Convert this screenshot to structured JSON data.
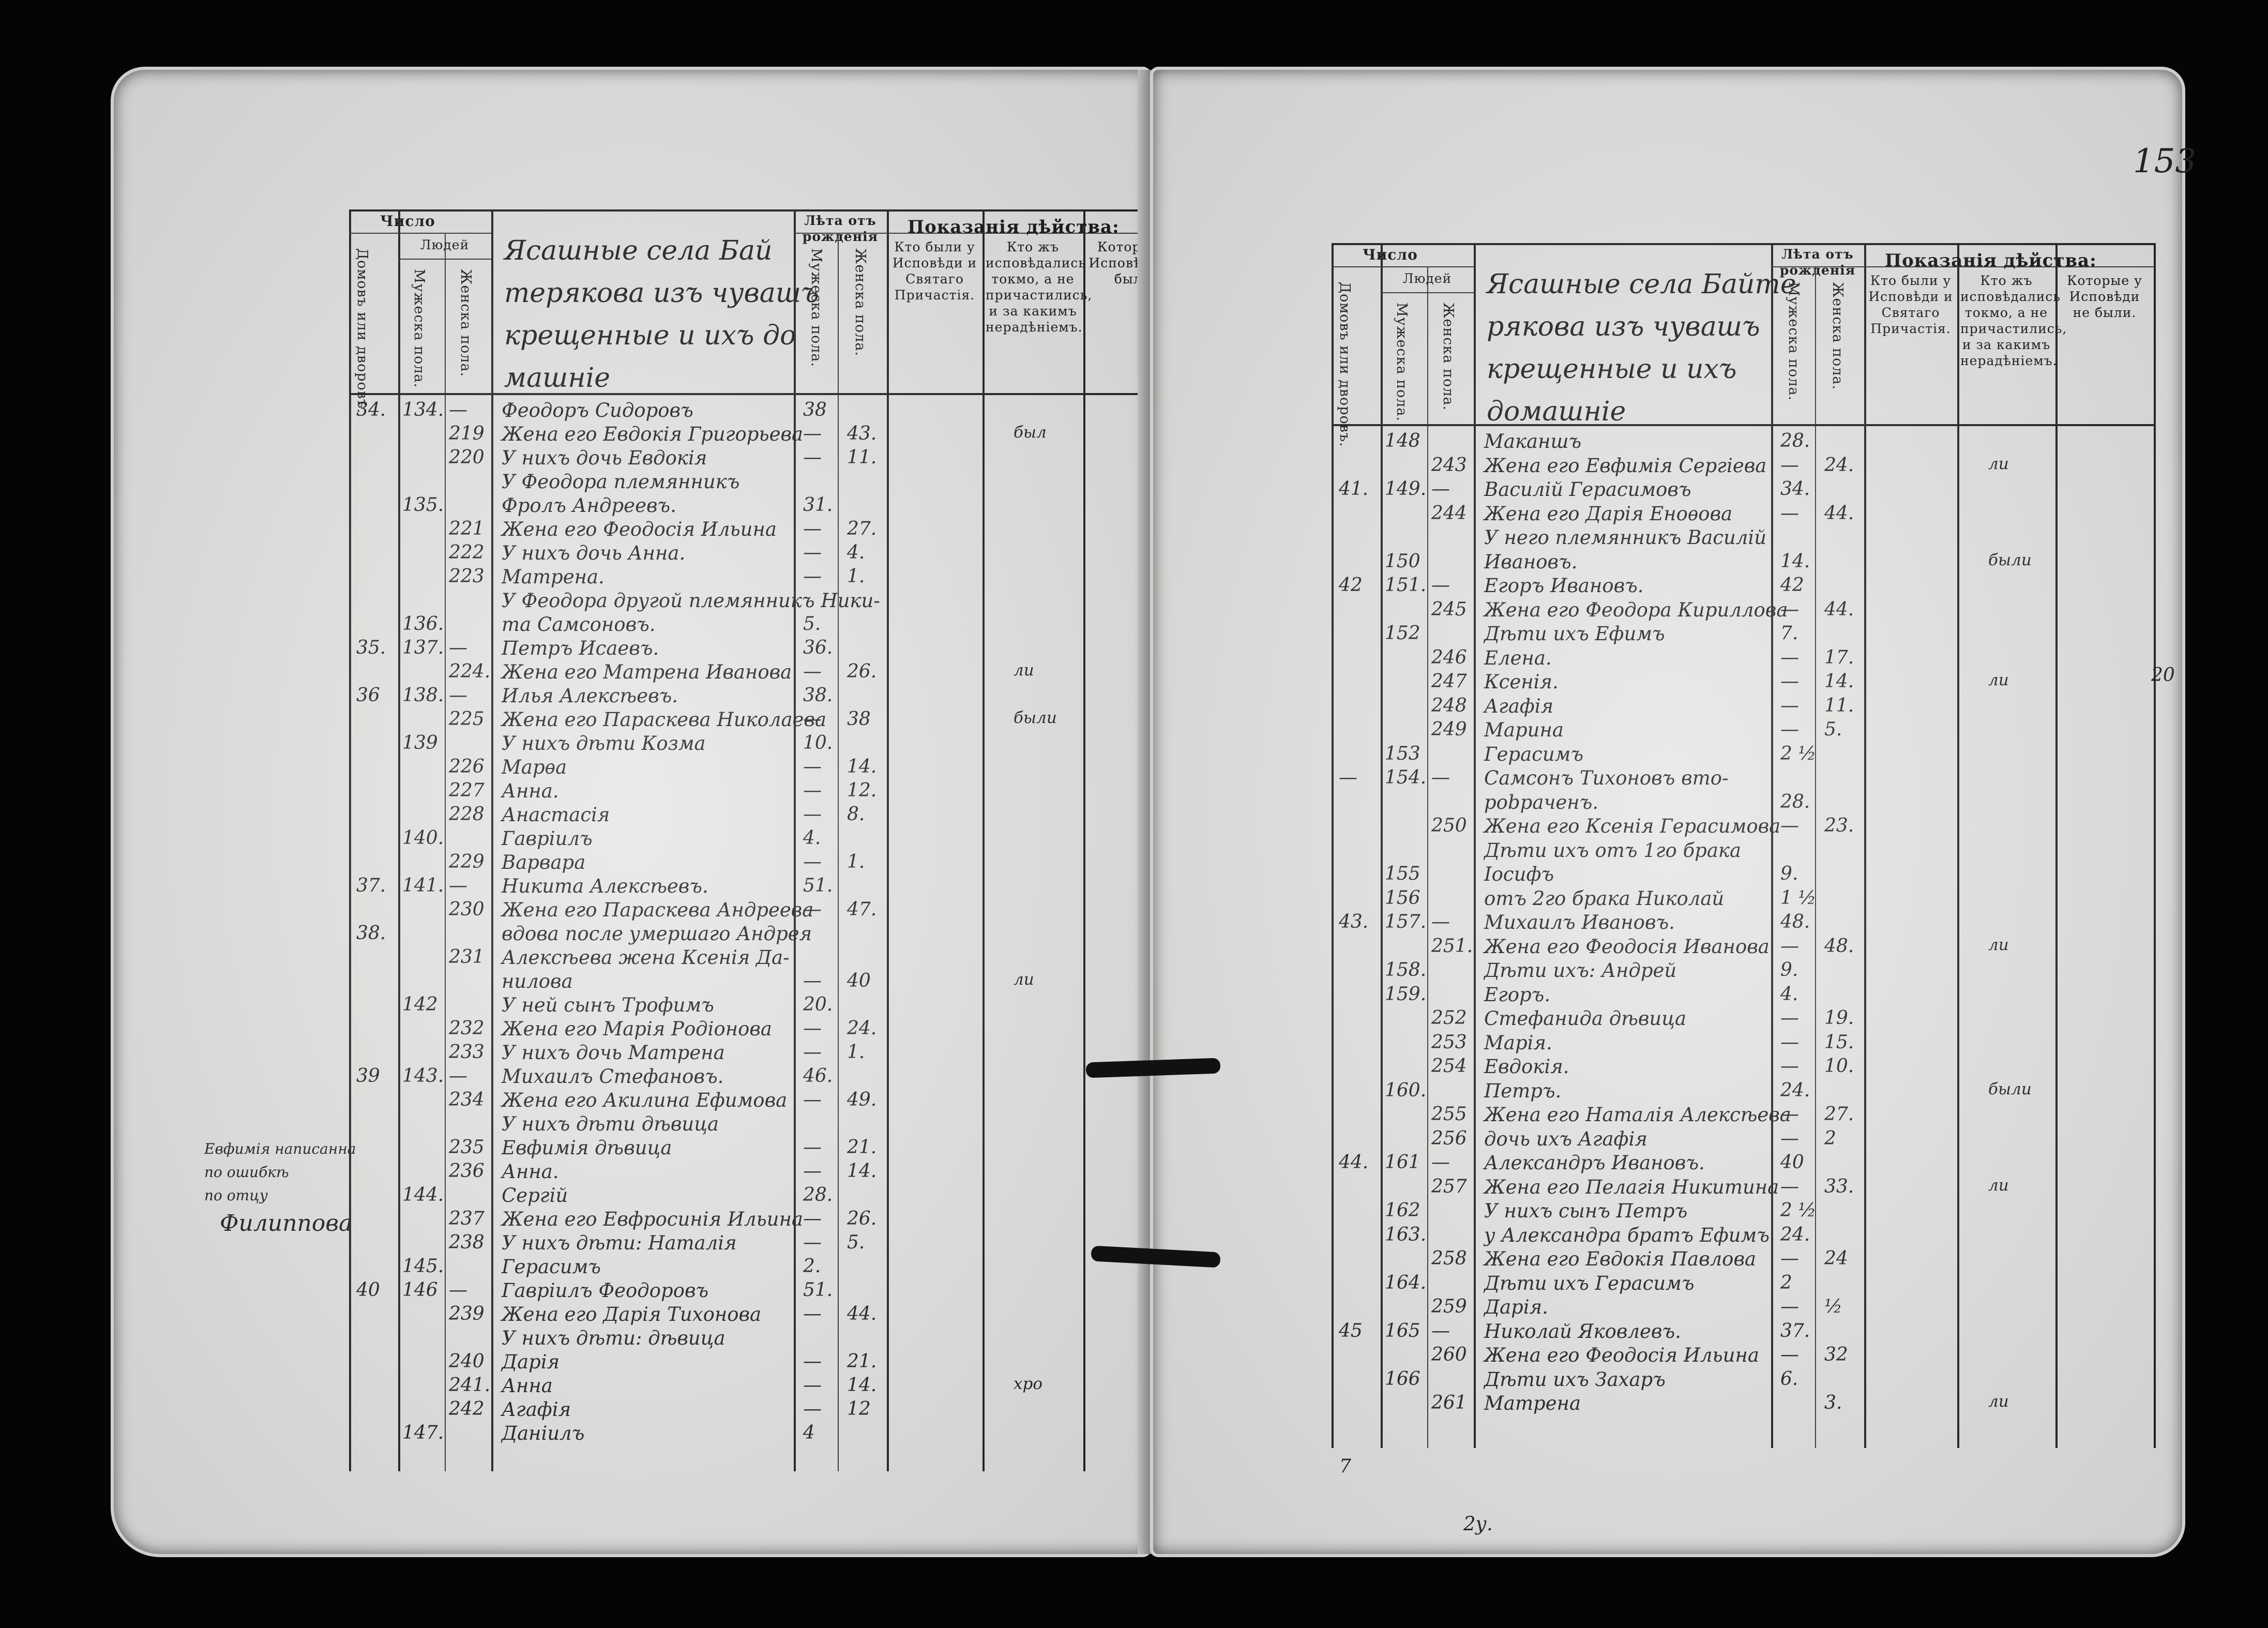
{
  "left_page": {
    "headers": {
      "chislo": "Число",
      "lyudey": "Людей",
      "domov": "Домовъ или дворовъ.",
      "muzh": "Мужеска пола.",
      "zhen": "Женска пола.",
      "leta": "Лѣта отъ рожденія",
      "leta_m": "Мужеска пола.",
      "leta_z": "Женска пола.",
      "pokazaniya": "Показанія дѣйства:",
      "col1": "Кто были у Исповѣди и Святаго Причастія.",
      "col2": "Кто жъ исповѣдались токмо, а не причастились, и за какимъ нерадѣніемъ.",
      "col3": "Которые у Исповѣди не были."
    },
    "title_lines": [
      "Ясашные села Бай",
      "терякова изъ чувашъ",
      "крещенные и ихъ до",
      "машніе"
    ],
    "margin_note": [
      "Евфимiя написанна",
      "по ошибкѣ",
      "по отцу",
      "Филиппова"
    ],
    "entries": [
      {
        "house": "34.",
        "m_no": "134.",
        "f_no": "—",
        "name": "Феодоръ Сидоровъ",
        "age_m": "38",
        "age_f": "",
        "mark": ""
      },
      {
        "house": "",
        "m_no": "",
        "f_no": "219",
        "name": "Жена его Евдокія Григорьева",
        "age_m": "—",
        "age_f": "43.",
        "mark": "был"
      },
      {
        "house": "",
        "m_no": "",
        "f_no": "220",
        "name": "У нихъ дочь Евдокія",
        "age_m": "—",
        "age_f": "11.",
        "mark": ""
      },
      {
        "house": "",
        "m_no": "",
        "f_no": "",
        "name": "У Феодора племянникъ",
        "age_m": "",
        "age_f": "",
        "mark": ""
      },
      {
        "house": "",
        "m_no": "135.",
        "f_no": "",
        "name": "Фролъ Андреевъ.",
        "age_m": "31.",
        "age_f": "",
        "mark": ""
      },
      {
        "house": "",
        "m_no": "",
        "f_no": "221",
        "name": "Жена его Феодосія Ильина",
        "age_m": "—",
        "age_f": "27.",
        "mark": ""
      },
      {
        "house": "",
        "m_no": "",
        "f_no": "222",
        "name": "У нихъ дочь Анна.",
        "age_m": "—",
        "age_f": "4.",
        "mark": ""
      },
      {
        "house": "",
        "m_no": "",
        "f_no": "223",
        "name": "Матрена.",
        "age_m": "—",
        "age_f": "1.",
        "mark": ""
      },
      {
        "house": "",
        "m_no": "",
        "f_no": "",
        "name": "У Феодора другой племянникъ Ники-",
        "age_m": "",
        "age_f": "",
        "mark": ""
      },
      {
        "house": "",
        "m_no": "136.",
        "f_no": "",
        "name": "та Самсоновъ.",
        "age_m": "5.",
        "age_f": "",
        "mark": ""
      },
      {
        "house": "35.",
        "m_no": "137.",
        "f_no": "—",
        "name": "Петръ Исаевъ.",
        "age_m": "36.",
        "age_f": "",
        "mark": ""
      },
      {
        "house": "",
        "m_no": "",
        "f_no": "224.",
        "name": "Жена его Матрена Иванова",
        "age_m": "—",
        "age_f": "26.",
        "mark": "ли"
      },
      {
        "house": "36",
        "m_no": "138.",
        "f_no": "—",
        "name": "Илья Алексѣевъ.",
        "age_m": "38.",
        "age_f": "",
        "mark": ""
      },
      {
        "house": "",
        "m_no": "",
        "f_no": "225",
        "name": "Жена его Параскева Николаева",
        "age_m": "—",
        "age_f": "38",
        "mark": "были"
      },
      {
        "house": "",
        "m_no": "139",
        "f_no": "",
        "name": "У нихъ дѣти Козма",
        "age_m": "10.",
        "age_f": "",
        "mark": ""
      },
      {
        "house": "",
        "m_no": "",
        "f_no": "226",
        "name": "Марѳа",
        "age_m": "—",
        "age_f": "14.",
        "mark": ""
      },
      {
        "house": "",
        "m_no": "",
        "f_no": "227",
        "name": "Анна.",
        "age_m": "—",
        "age_f": "12.",
        "mark": ""
      },
      {
        "house": "",
        "m_no": "",
        "f_no": "228",
        "name": "Анастасія",
        "age_m": "—",
        "age_f": "8.",
        "mark": ""
      },
      {
        "house": "",
        "m_no": "140.",
        "f_no": "",
        "name": "Гавріилъ",
        "age_m": "4.",
        "age_f": "",
        "mark": ""
      },
      {
        "house": "",
        "m_no": "",
        "f_no": "229",
        "name": "Варвара",
        "age_m": "—",
        "age_f": "1.",
        "mark": ""
      },
      {
        "house": "37.",
        "m_no": "141.",
        "f_no": "—",
        "name": "Никита Алексѣевъ.",
        "age_m": "51.",
        "age_f": "",
        "mark": ""
      },
      {
        "house": "",
        "m_no": "",
        "f_no": "230",
        "name": "Жена его Параскева Андреева",
        "age_m": "—",
        "age_f": "47.",
        "mark": ""
      },
      {
        "house": "38.",
        "m_no": "",
        "f_no": "",
        "name": "вдова после умершаго Андрея",
        "age_m": "",
        "age_f": "",
        "mark": ""
      },
      {
        "house": "",
        "m_no": "",
        "f_no": "231",
        "name": "Алексѣева жена Ксенія Да-",
        "age_m": "",
        "age_f": "",
        "mark": ""
      },
      {
        "house": "",
        "m_no": "",
        "f_no": "",
        "name": "нилова",
        "age_m": "—",
        "age_f": "40",
        "mark": "ли"
      },
      {
        "house": "",
        "m_no": "142",
        "f_no": "",
        "name": "У ней сынъ Трофимъ",
        "age_m": "20.",
        "age_f": "",
        "mark": ""
      },
      {
        "house": "",
        "m_no": "",
        "f_no": "232",
        "name": "Жена его Марія Родіонова",
        "age_m": "—",
        "age_f": "24.",
        "mark": ""
      },
      {
        "house": "",
        "m_no": "",
        "f_no": "233",
        "name": "У нихъ дочь Матрена",
        "age_m": "—",
        "age_f": "1.",
        "mark": ""
      },
      {
        "house": "39",
        "m_no": "143.",
        "f_no": "—",
        "name": "Михаилъ Стефановъ.",
        "age_m": "46.",
        "age_f": "",
        "mark": ""
      },
      {
        "house": "",
        "m_no": "",
        "f_no": "234",
        "name": "Жена его Акилина Ефимова",
        "age_m": "—",
        "age_f": "49.",
        "mark": ""
      },
      {
        "house": "",
        "m_no": "",
        "f_no": "",
        "name": "У нихъ дѣти дѣвица",
        "age_m": "",
        "age_f": "",
        "mark": ""
      },
      {
        "house": "",
        "m_no": "",
        "f_no": "235",
        "name": "Евфимія дѣвица",
        "age_m": "—",
        "age_f": "21.",
        "mark": ""
      },
      {
        "house": "",
        "m_no": "",
        "f_no": "236",
        "name": "Анна.",
        "age_m": "—",
        "age_f": "14.",
        "mark": ""
      },
      {
        "house": "",
        "m_no": "144.",
        "f_no": "",
        "name": "Сергій",
        "age_m": "28.",
        "age_f": "",
        "mark": ""
      },
      {
        "house": "",
        "m_no": "",
        "f_no": "237",
        "name": "Жена его Евфросинія Ильина",
        "age_m": "—",
        "age_f": "26.",
        "mark": ""
      },
      {
        "house": "",
        "m_no": "",
        "f_no": "238",
        "name": "У нихъ дѣти: Наталія",
        "age_m": "—",
        "age_f": "5.",
        "mark": ""
      },
      {
        "house": "",
        "m_no": "145.",
        "f_no": "",
        "name": "Герасимъ",
        "age_m": "2.",
        "age_f": "",
        "mark": ""
      },
      {
        "house": "40",
        "m_no": "146",
        "f_no": "—",
        "name": "Гавріилъ Феодоровъ",
        "age_m": "51.",
        "age_f": "",
        "mark": ""
      },
      {
        "house": "",
        "m_no": "",
        "f_no": "239",
        "name": "Жена его Дарія Тихонова",
        "age_m": "—",
        "age_f": "44.",
        "mark": ""
      },
      {
        "house": "",
        "m_no": "",
        "f_no": "",
        "name": "У нихъ дѣти: дѣвица",
        "age_m": "",
        "age_f": "",
        "mark": ""
      },
      {
        "house": "",
        "m_no": "",
        "f_no": "240",
        "name": "Дарія",
        "age_m": "—",
        "age_f": "21.",
        "mark": ""
      },
      {
        "house": "",
        "m_no": "",
        "f_no": "241.",
        "name": "Анна",
        "age_m": "—",
        "age_f": "14.",
        "mark": "хро"
      },
      {
        "house": "",
        "m_no": "",
        "f_no": "242",
        "name": "Агафія",
        "age_m": "—",
        "age_f": "12",
        "mark": ""
      },
      {
        "house": "",
        "m_no": "147.",
        "f_no": "",
        "name": "Даніилъ",
        "age_m": "4",
        "age_f": "",
        "mark": ""
      }
    ]
  },
  "right_page": {
    "page_number": "153",
    "headers": {
      "chislo": "Число",
      "lyudey": "Людей",
      "domov": "Домовъ или дворовъ.",
      "muzh": "Мужеска пола.",
      "zhen": "Женска пола.",
      "leta": "Лѣта отъ рожденія",
      "leta_m": "Мужеска пола.",
      "leta_z": "Женска пола.",
      "pokazaniya": "Показанія дѣйства:",
      "col1": "Кто были у Исповѣди и Святаго Причастія.",
      "col2": "Кто жъ исповѣдались токмо, а не причастились, и за какимъ нерадѣніемъ.",
      "col3": "Которые у Исповѣди не были."
    },
    "title_lines": [
      "Ясашные села Байте",
      "рякова изъ чувашъ",
      "крещенные и ихъ",
      "домашніе"
    ],
    "side_mark": "20",
    "entries": [
      {
        "house": "",
        "m_no": "148",
        "f_no": "",
        "name": "Маканшъ",
        "age_m": "28.",
        "age_f": "",
        "mark": ""
      },
      {
        "house": "",
        "m_no": "",
        "f_no": "243",
        "name": "Жена его Евфимія Сергіева",
        "age_m": "—",
        "age_f": "24.",
        "mark": "ли"
      },
      {
        "house": "41.",
        "m_no": "149.",
        "f_no": "—",
        "name": "Василій Герасимовъ",
        "age_m": "34.",
        "age_f": "",
        "mark": ""
      },
      {
        "house": "",
        "m_no": "",
        "f_no": "244",
        "name": "Жена его Дарія Еноѳова",
        "age_m": "—",
        "age_f": "44.",
        "mark": ""
      },
      {
        "house": "",
        "m_no": "",
        "f_no": "",
        "name": "У него племянникъ Василій",
        "age_m": "",
        "age_f": "",
        "mark": ""
      },
      {
        "house": "",
        "m_no": "150",
        "f_no": "",
        "name": "Ивановъ.",
        "age_m": "14.",
        "age_f": "",
        "mark": "были"
      },
      {
        "house": "42",
        "m_no": "151.",
        "f_no": "—",
        "name": "Егоръ Ивановъ.",
        "age_m": "42",
        "age_f": "",
        "mark": ""
      },
      {
        "house": "",
        "m_no": "",
        "f_no": "245",
        "name": "Жена его Феодора Кириллова",
        "age_m": "—",
        "age_f": "44.",
        "mark": ""
      },
      {
        "house": "",
        "m_no": "152",
        "f_no": "",
        "name": "Дѣти ихъ Ефимъ",
        "age_m": "7.",
        "age_f": "",
        "mark": ""
      },
      {
        "house": "",
        "m_no": "",
        "f_no": "246",
        "name": "Елена.",
        "age_m": "—",
        "age_f": "17.",
        "mark": ""
      },
      {
        "house": "",
        "m_no": "",
        "f_no": "247",
        "name": "Ксенія.",
        "age_m": "—",
        "age_f": "14.",
        "mark": "ли"
      },
      {
        "house": "",
        "m_no": "",
        "f_no": "248",
        "name": "Агафія",
        "age_m": "—",
        "age_f": "11.",
        "mark": ""
      },
      {
        "house": "",
        "m_no": "",
        "f_no": "249",
        "name": "Марина",
        "age_m": "—",
        "age_f": "5.",
        "mark": ""
      },
      {
        "house": "",
        "m_no": "153",
        "f_no": "",
        "name": "Герасимъ",
        "age_m": "2 ½",
        "age_f": "",
        "mark": ""
      },
      {
        "house": "—",
        "m_no": "154.",
        "f_no": "—",
        "name": "Самсонъ Тихоновъ вто-",
        "age_m": "",
        "age_f": "",
        "mark": ""
      },
      {
        "house": "",
        "m_no": "",
        "f_no": "",
        "name": "рobраченъ.",
        "age_m": "28.",
        "age_f": "",
        "mark": ""
      },
      {
        "house": "",
        "m_no": "",
        "f_no": "250",
        "name": "Жена его Ксенія Герасимова",
        "age_m": "—",
        "age_f": "23.",
        "mark": ""
      },
      {
        "house": "",
        "m_no": "",
        "f_no": "",
        "name": "Дѣти ихъ отъ 1го брака",
        "age_m": "",
        "age_f": "",
        "mark": ""
      },
      {
        "house": "",
        "m_no": "155",
        "f_no": "",
        "name": "Іосифъ",
        "age_m": "9.",
        "age_f": "",
        "mark": ""
      },
      {
        "house": "",
        "m_no": "156",
        "f_no": "",
        "name": "отъ 2го брака Николай",
        "age_m": "1 ½",
        "age_f": "",
        "mark": ""
      },
      {
        "house": "43.",
        "m_no": "157.",
        "f_no": "—",
        "name": "Михаилъ Ивановъ.",
        "age_m": "48.",
        "age_f": "",
        "mark": ""
      },
      {
        "house": "",
        "m_no": "",
        "f_no": "251.",
        "name": "Жена его Феодосія Иванова",
        "age_m": "—",
        "age_f": "48.",
        "mark": "ли"
      },
      {
        "house": "",
        "m_no": "158.",
        "f_no": "",
        "name": "Дѣти ихъ: Андрей",
        "age_m": "9.",
        "age_f": "",
        "mark": ""
      },
      {
        "house": "",
        "m_no": "159.",
        "f_no": "",
        "name": "Егоръ.",
        "age_m": "4.",
        "age_f": "",
        "mark": ""
      },
      {
        "house": "",
        "m_no": "",
        "f_no": "252",
        "name": "Стефанида дѣвица",
        "age_m": "—",
        "age_f": "19.",
        "mark": ""
      },
      {
        "house": "",
        "m_no": "",
        "f_no": "253",
        "name": "Марія.",
        "age_m": "—",
        "age_f": "15.",
        "mark": ""
      },
      {
        "house": "",
        "m_no": "",
        "f_no": "254",
        "name": "Евдокія.",
        "age_m": "—",
        "age_f": "10.",
        "mark": ""
      },
      {
        "house": "",
        "m_no": "160.",
        "f_no": "",
        "name": "Петръ.",
        "age_m": "24.",
        "age_f": "",
        "mark": "были"
      },
      {
        "house": "",
        "m_no": "",
        "f_no": "255",
        "name": "Жена его Наталія Алексѣева",
        "age_m": "—",
        "age_f": "27.",
        "mark": ""
      },
      {
        "house": "",
        "m_no": "",
        "f_no": "256",
        "name": "дочь ихъ Агафія",
        "age_m": "—",
        "age_f": "2",
        "mark": ""
      },
      {
        "house": "44.",
        "m_no": "161",
        "f_no": "—",
        "name": "Александръ Ивановъ.",
        "age_m": "40",
        "age_f": "",
        "mark": ""
      },
      {
        "house": "",
        "m_no": "",
        "f_no": "257",
        "name": "Жена его Пелагія Никитина",
        "age_m": "—",
        "age_f": "33.",
        "mark": "ли"
      },
      {
        "house": "",
        "m_no": "162",
        "f_no": "",
        "name": "У нихъ сынъ Петръ",
        "age_m": "2 ½",
        "age_f": "",
        "mark": ""
      },
      {
        "house": "",
        "m_no": "163.",
        "f_no": "",
        "name": "у Александра братъ Ефимъ",
        "age_m": "24.",
        "age_f": "",
        "mark": ""
      },
      {
        "house": "",
        "m_no": "",
        "f_no": "258",
        "name": "Жена его Евдокія Павлова",
        "age_m": "—",
        "age_f": "24",
        "mark": ""
      },
      {
        "house": "",
        "m_no": "164.",
        "f_no": "",
        "name": "Дѣти ихъ Герасимъ",
        "age_m": "2",
        "age_f": "",
        "mark": ""
      },
      {
        "house": "",
        "m_no": "",
        "f_no": "259",
        "name": "Дарія.",
        "age_m": "—",
        "age_f": "½",
        "mark": ""
      },
      {
        "house": "45",
        "m_no": "165",
        "f_no": "—",
        "name": "Николай Яковлевъ.",
        "age_m": "37.",
        "age_f": "",
        "mark": ""
      },
      {
        "house": "",
        "m_no": "",
        "f_no": "260",
        "name": "Жена его Феодосія Ильина",
        "age_m": "—",
        "age_f": "32",
        "mark": ""
      },
      {
        "house": "",
        "m_no": "166",
        "f_no": "",
        "name": "Дѣти ихъ Захаръ",
        "age_m": "6.",
        "age_f": "",
        "mark": ""
      },
      {
        "house": "",
        "m_no": "",
        "f_no": "261",
        "name": "Матрена",
        "age_m": "",
        "age_f": "3.",
        "mark": "ли"
      }
    ],
    "footer": {
      "houses": "7",
      "m_total": "",
      "f_total": "",
      "tail": "2у."
    }
  }
}
